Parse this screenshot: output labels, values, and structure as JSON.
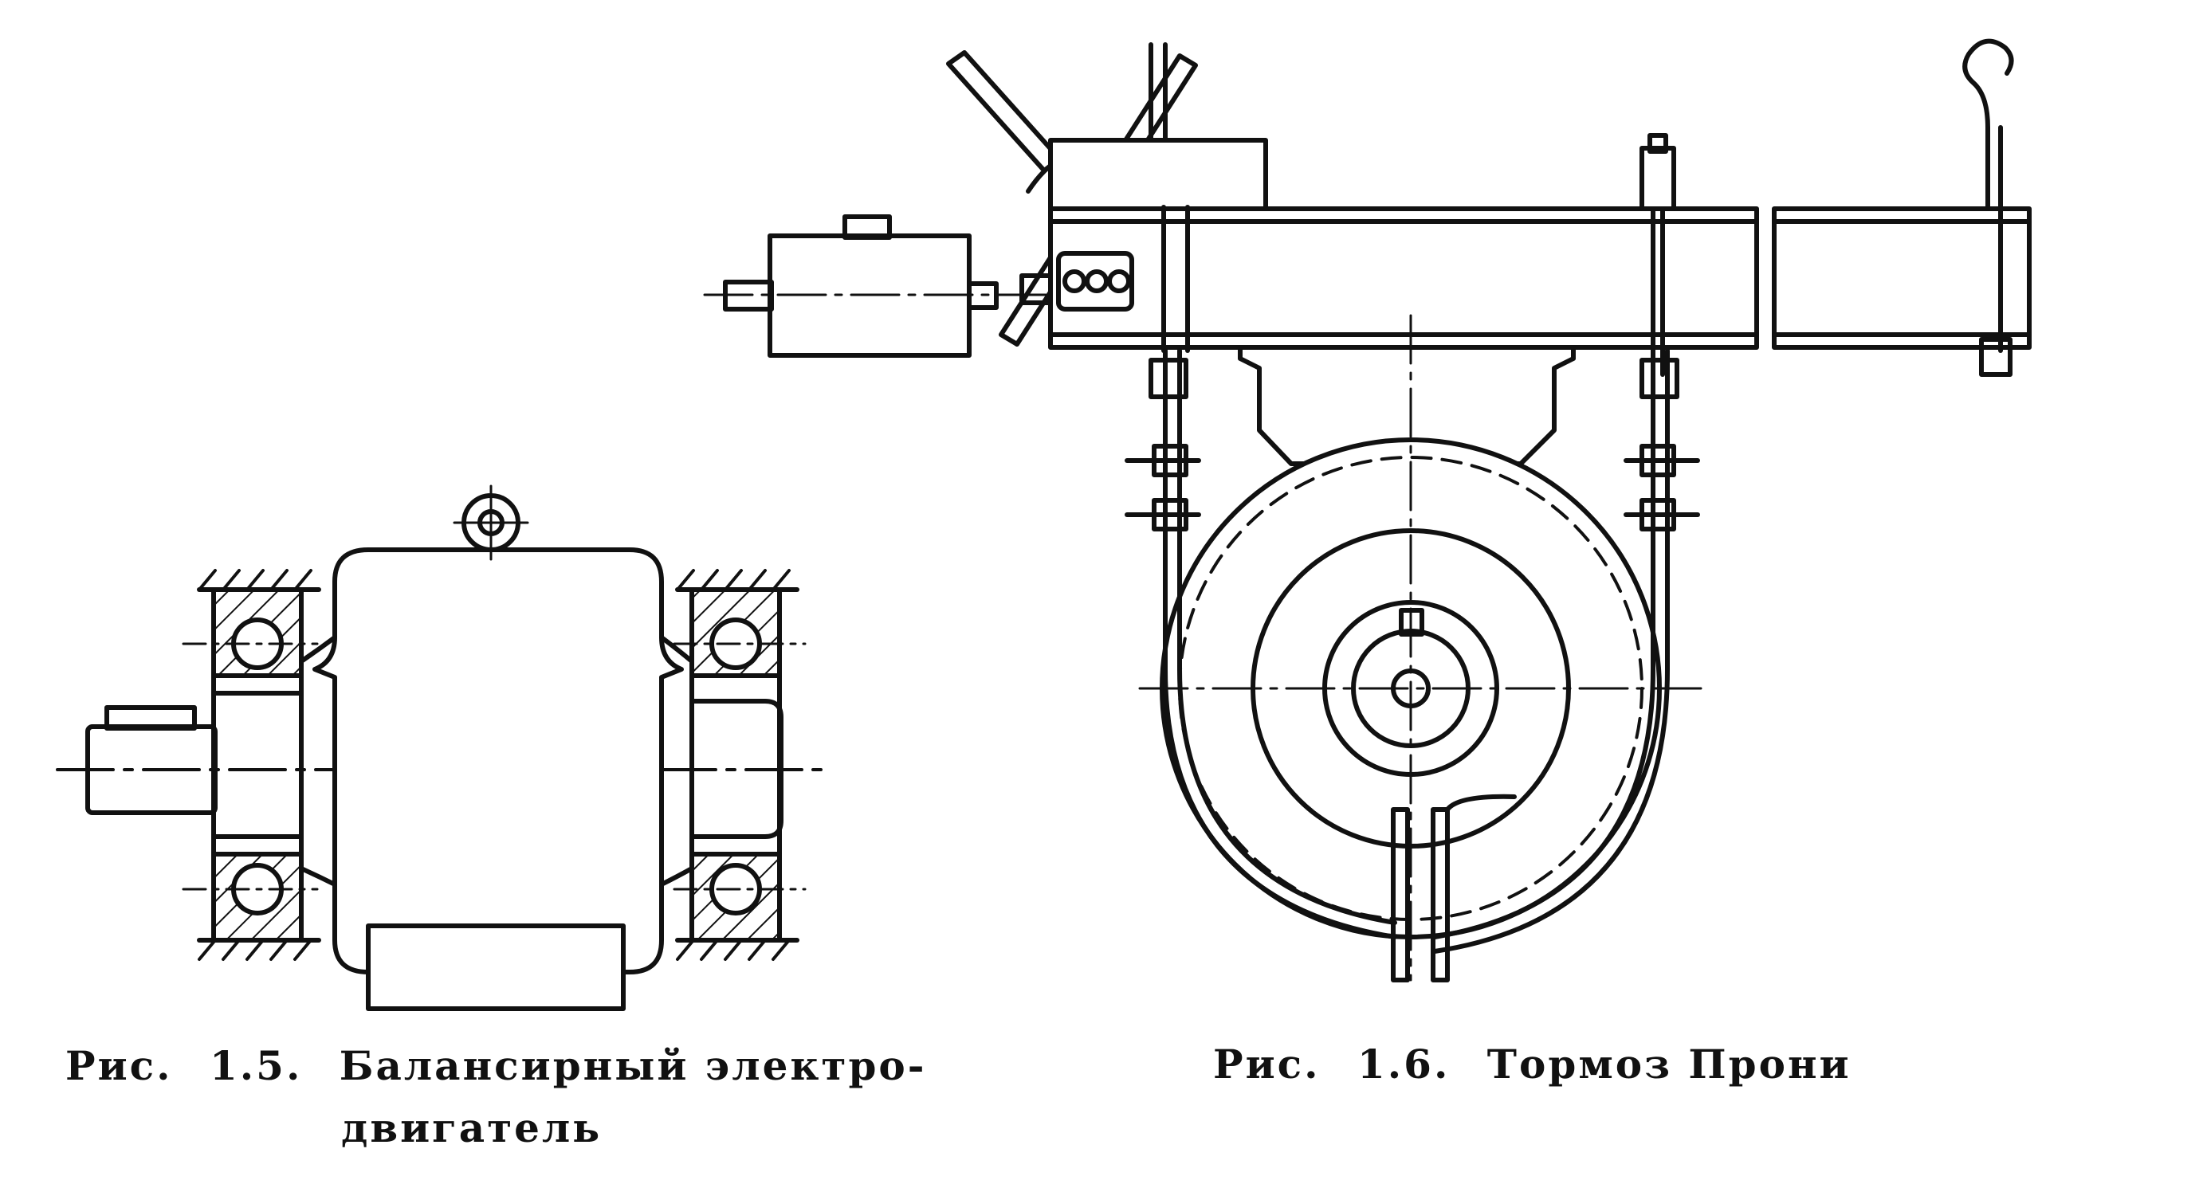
{
  "figures": [
    {
      "id": "fig-1-5",
      "label": "Рис.",
      "number": "1.5.",
      "caption_line1": "Балансирный электро-",
      "caption_line2": "двигатель"
    },
    {
      "id": "fig-1-6",
      "label": "Рис.",
      "number": "1.6.",
      "caption_line1": "Тормоз Прони"
    }
  ],
  "colors": {
    "ink": "#111111",
    "paper": "#ffffff"
  }
}
